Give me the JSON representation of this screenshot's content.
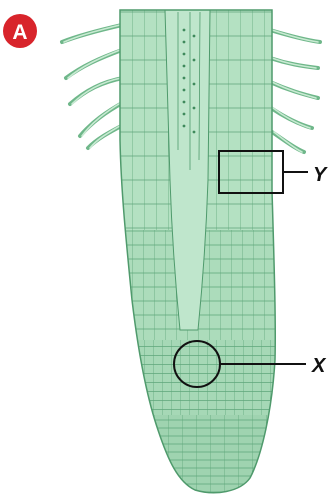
{
  "figure": {
    "panel_letter": "A",
    "callouts": {
      "upper_box": "Y",
      "lower_circle": "X"
    }
  },
  "colors": {
    "badge": "#d8242b",
    "tissue_fill": "#a9dcb9",
    "tissue_light": "#c8ead2",
    "cell_lines": "#4f9a6c",
    "callout_lines": "#111111"
  }
}
